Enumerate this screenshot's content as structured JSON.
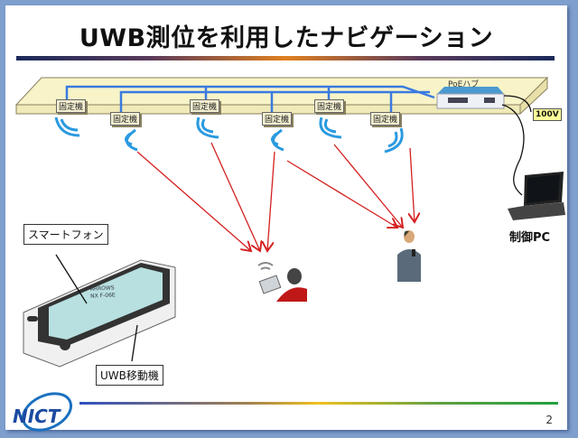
{
  "slide": {
    "title": "UWB測位を利用したナビゲーション",
    "page_number": "2",
    "logo_text": "NICT"
  },
  "diagram": {
    "fixed_station_label": "固定機",
    "fixed_stations": [
      {
        "label": "固定機"
      },
      {
        "label": "固定機"
      },
      {
        "label": "固定機"
      },
      {
        "label": "固定機"
      },
      {
        "label": "固定機"
      },
      {
        "label": "固定機"
      }
    ],
    "poe_hub_label": "PoEハブ",
    "power_label": "100V",
    "control_pc_label": "制御PC",
    "smartphone_label": "スマートフォン",
    "mobile_unit_label": "UWB移動機",
    "device_text_line1": "ARROWS",
    "device_text_line2": "NX F-06E",
    "colors": {
      "cable": "#3a7ae0",
      "arrow": "#d42020",
      "shelf": "#f8f4c8",
      "signal": "#2a9ae0"
    }
  }
}
